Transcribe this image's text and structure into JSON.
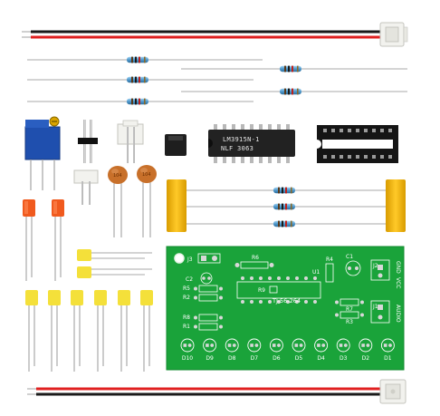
{
  "colors": {
    "background": "#ffffff",
    "pcb_green": "#1aa33a",
    "wire_red": "#e02020",
    "wire_black": "#1a1a1a",
    "resistor_body": "#5fa8d8",
    "trimpot_blue": "#1f4fae",
    "led_red": "#f05a1e",
    "led_yellow": "#f4e03a",
    "ceramic_cap": "#c8702a",
    "film_cap": "#f1b800",
    "chip_black": "#222222",
    "connector_white": "#f2f2ee"
  },
  "chip": {
    "marking_line1": "LM3915N-1",
    "marking_line2": "NLF    3063"
  },
  "ceramic_caps": {
    "cap1_marking": "104",
    "cap2_marking": "104"
  },
  "pcb": {
    "label_j3": "J3",
    "label_r6": "R6",
    "label_u1": "U1",
    "label_r4": "R4",
    "label_c1": "C1",
    "label_j2": "J2",
    "label_c2": "C2",
    "label_r5": "R5",
    "label_r2": "R2",
    "label_r9": "R9",
    "label_board_id": "TJ-56-264",
    "label_r7": "R7",
    "label_r3": "R3",
    "label_j1": "J1",
    "label_r8": "R8",
    "label_r1": "R1",
    "label_gnd": "GND",
    "label_vcc": "VCC",
    "label_audio": "AUDIO",
    "led_labels": [
      "D10",
      "D9",
      "D8",
      "D7",
      "D6",
      "D5",
      "D4",
      "D3",
      "D2",
      "D1"
    ]
  }
}
